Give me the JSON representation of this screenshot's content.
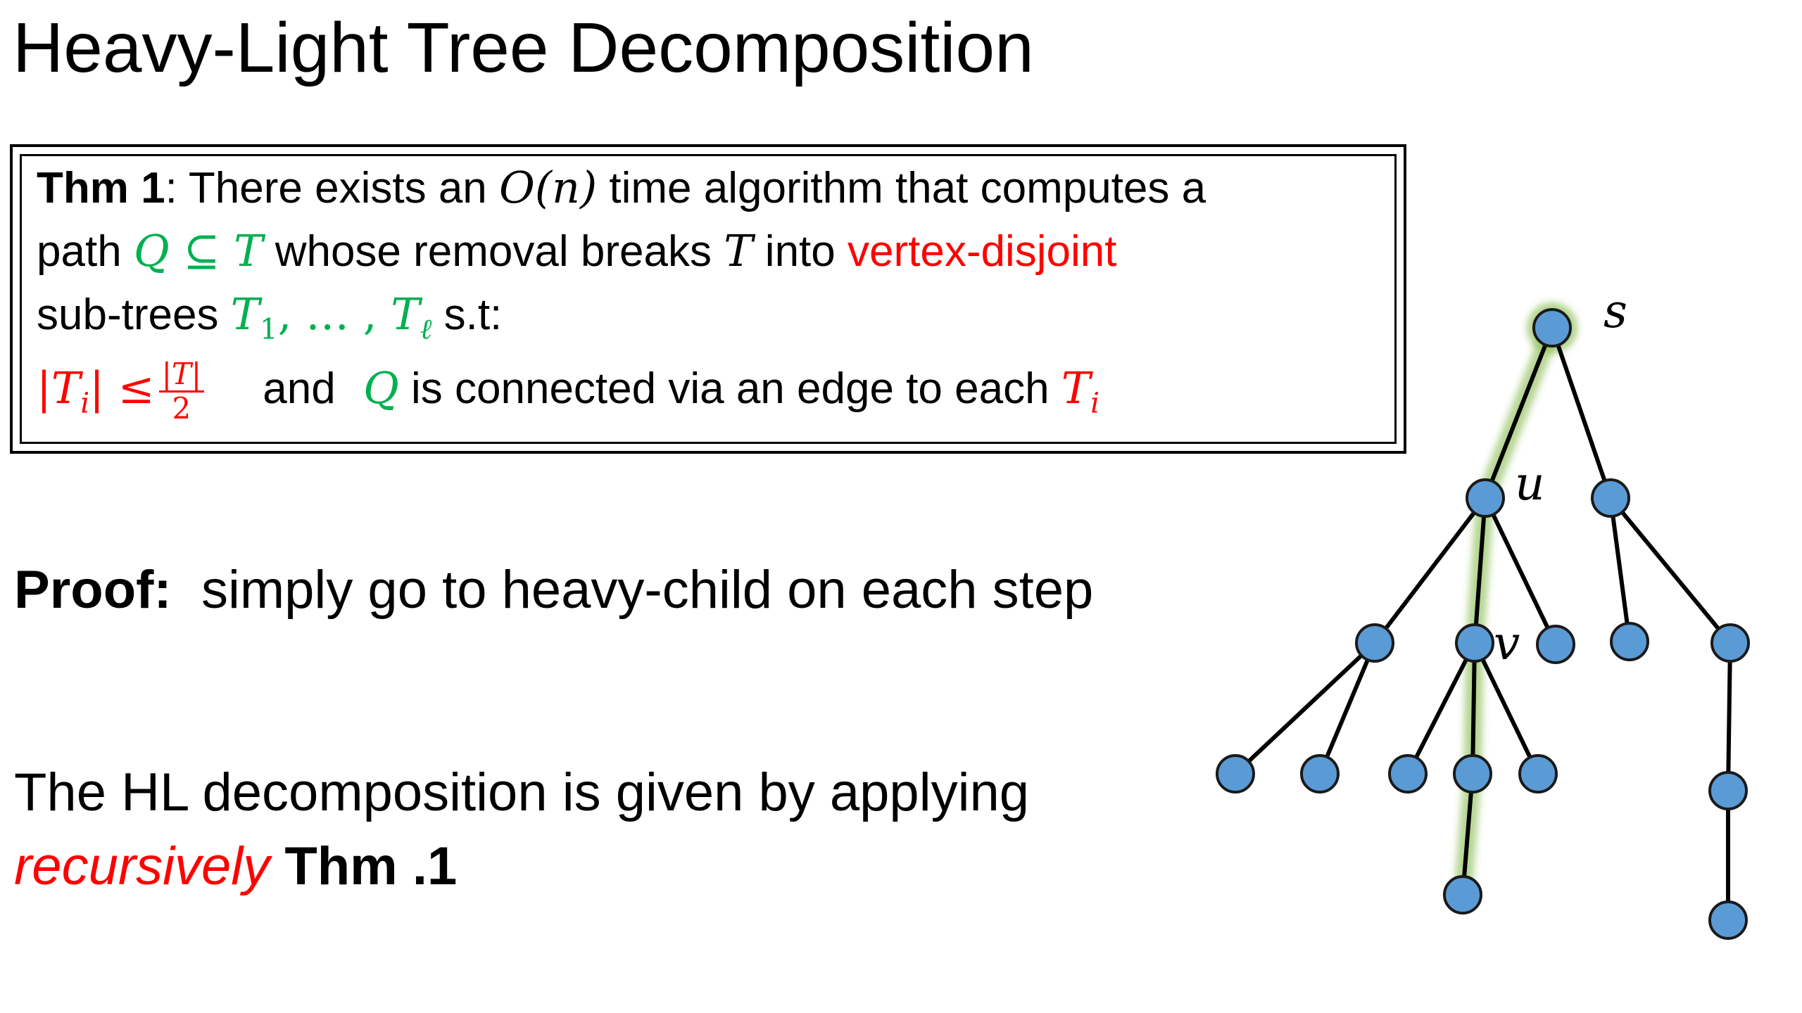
{
  "title": "Heavy-Light Tree Decomposition",
  "theorem": {
    "label": "Thm 1",
    "line1_a": ": There exists an ",
    "line1_math": "O(n)",
    "line1_b": " time algorithm that computes a",
    "line2_a": "path ",
    "line2_math": "Q ⊆ T",
    "line2_b": " whose removal breaks ",
    "line2_T": "T",
    "line2_c": " into ",
    "line2_red": "vertex-disjoint",
    "line3_a": "sub-trees ",
    "line3_T1": "T",
    "line3_sub1": "1",
    "line3_mid": ", … , ",
    "line3_Tl": "T",
    "line3_subl": "ℓ",
    "line3_b": " s.t:",
    "line4_lhs": "|T",
    "line4_lhs_sub": "i",
    "line4_lhs_end": "| ≤",
    "line4_frac_num": "|T|",
    "line4_frac_den": "2",
    "line4_and": "and",
    "line4_Q": "Q",
    "line4_b": " is connected via an edge to each ",
    "line4_T": "T",
    "line4_Tsub": "i"
  },
  "proof": {
    "label": "Proof:",
    "text": "simply go to heavy-child on each step"
  },
  "hl": {
    "line1": "The HL decomposition is given by applying",
    "recursively": "recursively",
    "thm": "Thm .1"
  },
  "tree": {
    "labels": {
      "s": "s",
      "u": "u",
      "v": "v"
    },
    "colors": {
      "node_fill": "#5b9bd5",
      "node_stroke": "#1a1a1a",
      "edge": "#000000",
      "highlight": "#8fbf5a"
    }
  }
}
